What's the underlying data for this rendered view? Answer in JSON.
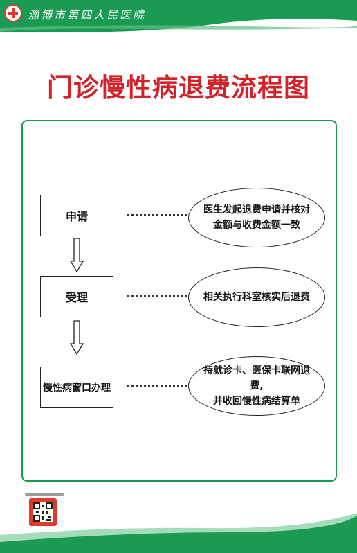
{
  "header": {
    "hospital_name": "淄博市第四人民医院",
    "logo_icon": "hospital-cross-icon"
  },
  "title": "门诊慢性病退费流程图",
  "steps": [
    {
      "label": "申请",
      "description_lines": [
        "医生发起退费申请并核对",
        "金额与收费金额一致"
      ]
    },
    {
      "label": "受理",
      "description_lines": [
        "相关执行科室核实后退费"
      ]
    },
    {
      "label": "慢性病窗口办理",
      "description_lines": [
        "持就诊卡、医保卡联网退费,",
        "并收回慢性病结算单"
      ]
    }
  ],
  "footer": {
    "qr_icon": "qr-code-icon"
  },
  "colors": {
    "brand_green": "#1b9a53",
    "title_red": "#d2232a",
    "logo_red": "#e03a2f"
  }
}
